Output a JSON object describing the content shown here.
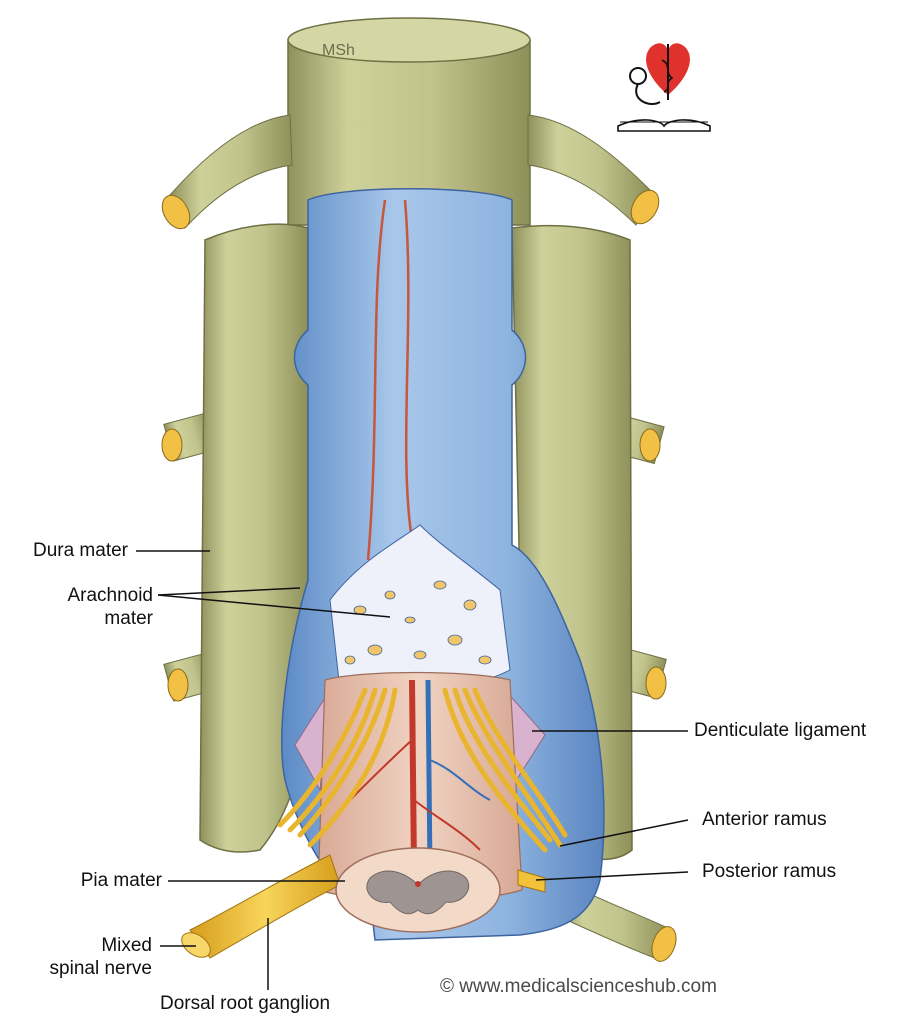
{
  "watermark": "MSh",
  "copyright": "© www.medicalscienceshub.com",
  "logo_icon": "heart-caduceus-book-icon",
  "labels": {
    "dura_mater": "Dura mater",
    "arachnoid_line1": "Arachnoid",
    "arachnoid_line2": "mater",
    "denticulate_ligament": "Denticulate ligament",
    "anterior_ramus": "Anterior ramus",
    "posterior_ramus": "Posterior ramus",
    "pia_mater": "Pia mater",
    "mixed_line1": "Mixed",
    "mixed_line2": "spinal nerve",
    "dorsal_root_ganglion": "Dorsal root ganglion"
  },
  "colors": {
    "dura": "#c3c58f",
    "arachnoid": "#88b0dc",
    "pia": "#e8c6b6",
    "nerve": "#f2c33a",
    "artery": "#c2392b",
    "vein": "#3470b8",
    "logo_heart": "#e0322d"
  }
}
